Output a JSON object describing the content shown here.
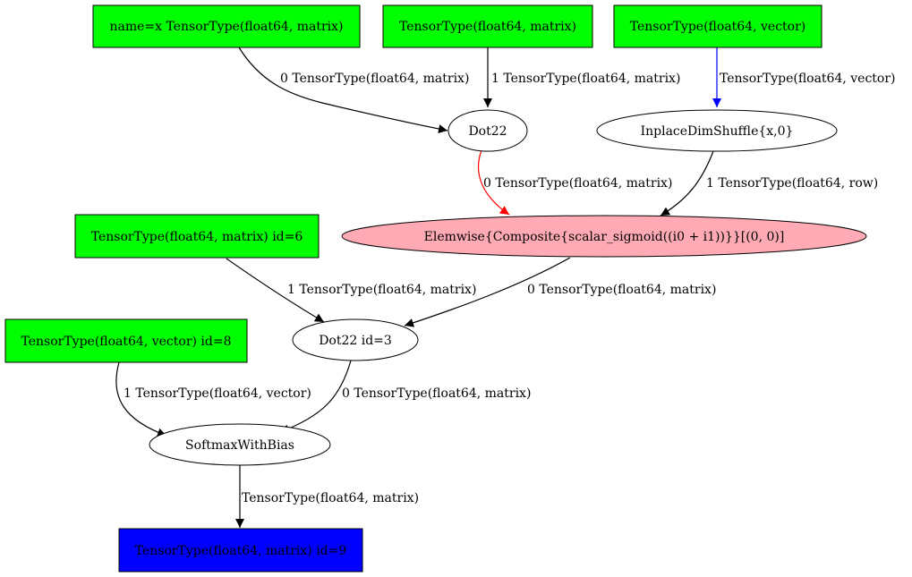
{
  "colors": {
    "input_fill": "#00ff00",
    "output_fill": "#0000ff",
    "highlight_fill": "#ffaab4",
    "op_fill": "#ffffff",
    "stroke": "#000000",
    "edge_default": "#000000",
    "edge_red": "#ff0000",
    "edge_blue": "#0000ff"
  },
  "nodes": {
    "input_x": {
      "label": "name=x TensorType(float64, matrix)"
    },
    "input_matrix": {
      "label": "TensorType(float64, matrix)"
    },
    "input_vector": {
      "label": "TensorType(float64, vector)"
    },
    "dot22_a": {
      "label": "Dot22"
    },
    "dimshuffle": {
      "label": "InplaceDimShuffle{x,0}"
    },
    "elemwise": {
      "label": "Elemwise{Composite{scalar_sigmoid((i0 + i1))}}[(0, 0)]"
    },
    "input_id6": {
      "label": "TensorType(float64, matrix) id=6"
    },
    "dot22_b": {
      "label": "Dot22 id=3"
    },
    "input_id8": {
      "label": "TensorType(float64, vector) id=8"
    },
    "softmax": {
      "label": "SoftmaxWithBias"
    },
    "output_id9": {
      "label": "TensorType(float64, matrix) id=9"
    }
  },
  "edges": {
    "x_to_dot22": {
      "label": "0 TensorType(float64, matrix)"
    },
    "matrix_to_dot22": {
      "label": "1 TensorType(float64, matrix)"
    },
    "vector_to_dimshuffle": {
      "label": "TensorType(float64, vector)"
    },
    "dot22_to_elemwise": {
      "label": "0 TensorType(float64, matrix)"
    },
    "dimshuffle_to_elemwise": {
      "label": "1 TensorType(float64, row)"
    },
    "id6_to_dot22b": {
      "label": "1 TensorType(float64, matrix)"
    },
    "elemwise_to_dot22b": {
      "label": "0 TensorType(float64, matrix)"
    },
    "id8_to_softmax": {
      "label": "1 TensorType(float64, vector)"
    },
    "dot22b_to_softmax": {
      "label": "0 TensorType(float64, matrix)"
    },
    "softmax_to_output": {
      "label": "TensorType(float64, matrix)"
    }
  }
}
